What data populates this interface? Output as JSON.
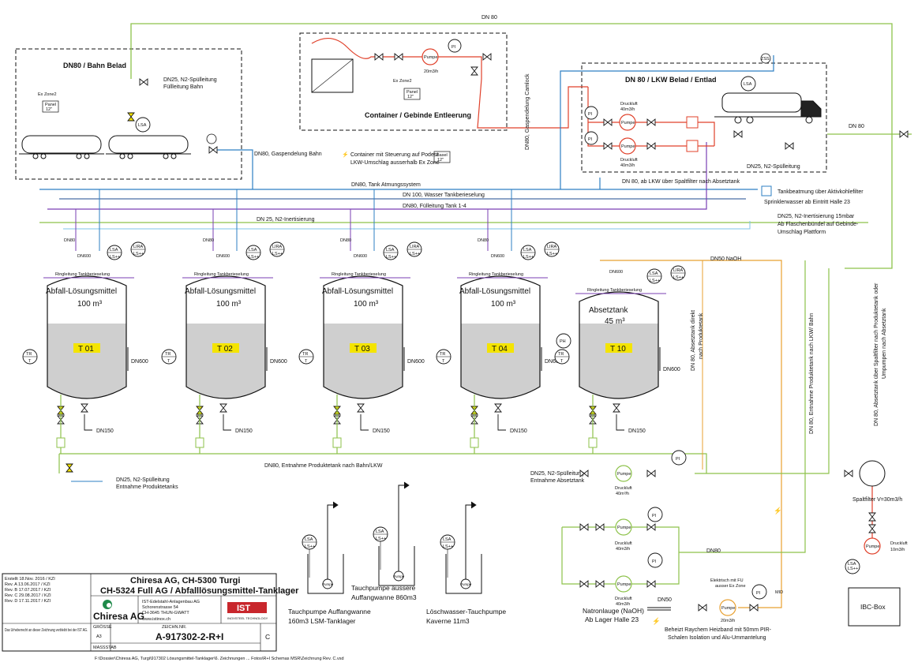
{
  "colors": {
    "line_green": "#8dc24a",
    "line_blue": "#2d7fc3",
    "line_red": "#e0402a",
    "line_purple": "#7a3fb3",
    "line_orange": "#e8a030",
    "line_lightblue": "#7fc4e8",
    "tank_fill": "#cfcfcf",
    "tank_label_bg": "#f4e400",
    "ist_red": "#c8262c",
    "chiresa_green": "#1f8a4a"
  },
  "header": {
    "dn80_top": "DN 80"
  },
  "bahn": {
    "title": "DN80 / Bahn Belad",
    "ex_zone": "Ex Zone2",
    "panel_name": "Panel",
    "panel_size": "12\"",
    "n2_label_1": "DN25, N2-Spülleitung",
    "n2_label_2": "Füllleitung Bahn",
    "gas_label": "DN80, Gaspendelung Bahn",
    "lsa": "LSA"
  },
  "container": {
    "title": "Container / Gebinde Entleerung",
    "ex_zone": "Ex Zone2",
    "panel_name": "Panel",
    "panel_size": "12\"",
    "pump": "Pumpe",
    "flow": "20m3/h",
    "pi": "PI",
    "camlock": "DN80, Gaspendelung Camlock",
    "note_1": "Container mit Steuerung auf Podest",
    "note_2": "LKW-Umschlag ausserhalb Ex Zone",
    "basel_panel": "Basel",
    "basel_size": "12\""
  },
  "lkw": {
    "title": "DN 80 / LKW Belad / Entlad",
    "lsa": "LSA",
    "pi": "PI",
    "pump": "Pumpe",
    "druckluft": "Druckluft",
    "flow": "40m3/h",
    "n2": "DN25, N2-Spülleitung",
    "dn80": "DN 80",
    "filter": "DN 80, ab LKW über Spaltfilter nach Absetztank",
    "zss": "ZSS"
  },
  "lines": {
    "atmung": "DN80, Tank Atmungssystem",
    "wasser": "DN 100, Wasser Tankberieselung",
    "fuell": "DN80, Fülleitung Tank 1-4",
    "n2_inert": "DN 25, N2-Inertisierung",
    "naoh": "DN50 NaOH",
    "tankbeatmung": "Tankbeatmung über Aktivkohlefilter",
    "sprinkler": "Sprinklerwasser ab Eintritt Halle 23",
    "n2_15mbar_1": "DN25, N2-Inertisierung 15mbar",
    "n2_15mbar_2": "Ab Flaschenbündel auf Gebinde-",
    "n2_15mbar_3": "Umschlag Plattform",
    "entnahme": "DN80, Entnahme Produktetank nach Bahn/LKW",
    "n2_produkt_1": "DN25, N2-Spülleitung",
    "n2_produkt_2": "Entnahme Produktetanks",
    "n2_absetz_1": "DN25, N2-Spülleitung",
    "n2_absetz_2": "Entnahme Absetztank",
    "v_absetz_1": "DN 80, Absetztank direkt",
    "v_absetz_2": "nach Produktetank",
    "v_entnahme": "DN 80, Entnahme Produktetank nach LKW/ Bahn",
    "v_spalt_1": "DN 80, Absetztank über Spaltfilter nach Produktetank oder",
    "v_spalt_2": "Umpumpen nach Absetztank",
    "dn80_mid": "DN80",
    "dn50": "DN50"
  },
  "tanks": [
    {
      "id": "T 01",
      "name": "Abfall-Lösungsmittel",
      "volume": "100 m³"
    },
    {
      "id": "T 02",
      "name": "Abfall-Lösungsmittel",
      "volume": "100 m³"
    },
    {
      "id": "T 03",
      "name": "Abfall-Lösungsmittel",
      "volume": "100 m³"
    },
    {
      "id": "T 04",
      "name": "Abfall-Lösungsmittel",
      "volume": "100 m³"
    },
    {
      "id": "T 10",
      "name": "Absetztank",
      "volume": "45 m³"
    }
  ],
  "tank_common": {
    "ring": "Ringleitung Tankberieselung",
    "dn600": "DN600",
    "dn150": "DN150",
    "dn80": "DN80",
    "lsa": "LSA",
    "ls": "LS++",
    "lira": "LIRA",
    "tr": "TR",
    "t": "T",
    "ph": "PH"
  },
  "pumps_mid": {
    "pi": "PI",
    "pump": "Pumpe",
    "druckluft": "Druckluft",
    "flow": "40m³/h",
    "flow2": "40m3/h"
  },
  "spalt": {
    "label": "Spaltfilter V=30m3/h",
    "pump": "Pumpe",
    "druckluft": "Druckluft",
    "flow": "10m3/h",
    "ibc": "IBC-Box",
    "lsa": "LSA",
    "ls": "LS++"
  },
  "naoh": {
    "title_1": "Natronlauge (NaOH)",
    "title_2": "Ab Lager Halle 23",
    "elec_1": "Elektrisch mit FU",
    "elec_2": "ausser Ex Zone",
    "pump": "Pumpe",
    "flow": "20m3/h",
    "pi": "PI",
    "mid": "MID",
    "heat_1": "Beheizt Raychem Heizband mit 50mm PIR-",
    "heat_2": "Schalen Isolation und Alu-Ummantelung"
  },
  "sumps": [
    {
      "lsa": "LSA",
      "ls": "LS++",
      "pump": "Pumpe",
      "title_1": "Tauchpumpe Auffangwanne",
      "title_2": "160m3 LSM-Tanklager"
    },
    {
      "lsa": "LSA",
      "ls": "LS++",
      "pump": "Pumpe",
      "title_1": "Tauchpumpe äussere",
      "title_2": "Auffangwanne 860m3"
    },
    {
      "lsa": "LSA",
      "ls": "LS++",
      "pump": "Pumpe",
      "title_1": "Löschwasser-Tauchpumpe",
      "title_2": "Kaverne 11m3"
    }
  ],
  "title_block": {
    "revisions": [
      "Erstellt 18.Nov. 2016 / KZI",
      "Rev. A 13.06.2017 / KZI",
      "Rev. B 17.07.2017 / KZI",
      "Rev. C 29.08.2017 / KZI",
      "Rev. D 17.11.2017 / KZI"
    ],
    "company": "Chiresa AG, CH-5300 Turgi",
    "project": "CH-5324 Full AG / Abfalllösungsmittel-Tanklager",
    "logo_name": "Chiresa AG",
    "ist_1": "IST-Edelstahl-Anlagenbau AG",
    "ist_2": "Schorenstrasse 54",
    "ist_3": "CH-3645 THUN-GWATT",
    "ist_4": "www.istinox.ch",
    "ist_logo": "IST",
    "ist_logo_sub": "INOXSTEEL TECHNOLOGY",
    "groesse": "GRÖSSE",
    "groesse_val": "A3",
    "zeich_nr": "ZEICHN.NR.",
    "massstab": "MASSSTAB",
    "drawing_no": "A-917302-2-R+I",
    "rev": "C",
    "copyright": "Das Urheberrecht an dieser Zeichnung verbleibt bei der IST AG."
  },
  "footer": {
    "path": "F:\\Dossier\\Chiresa AG, Turgi\\917302 Lösungsmittel-Tanklager\\6. Zeichnungen ... Fotos\\R+I Schemas MSR\\Zeichnung Rev. C.vsd"
  }
}
